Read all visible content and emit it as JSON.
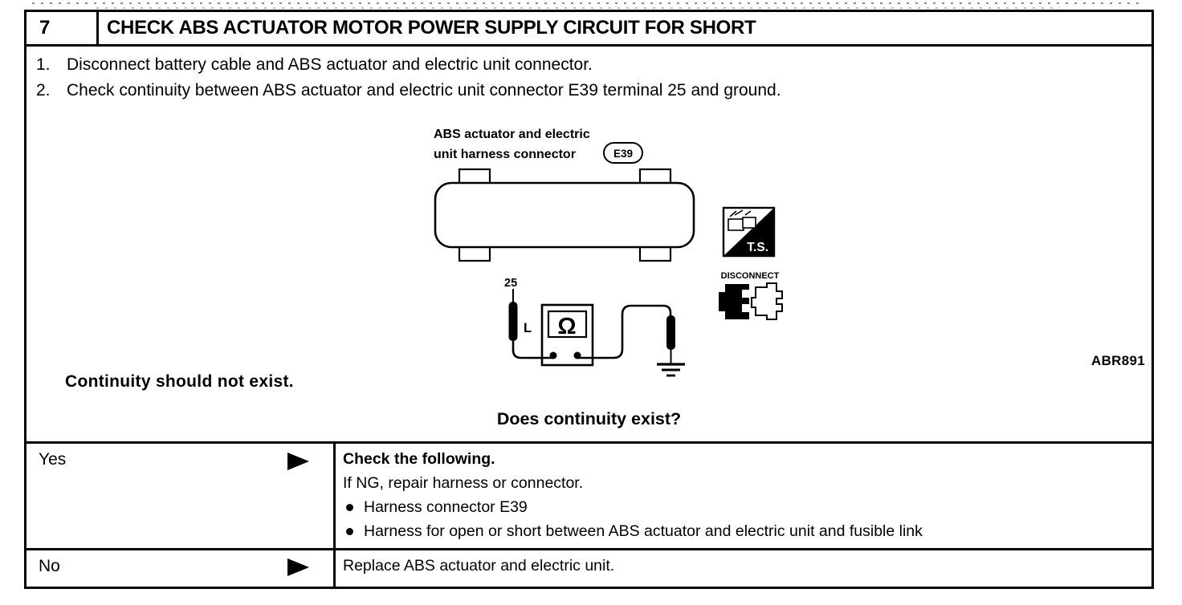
{
  "header": {
    "step_number": "7",
    "title": "CHECK ABS ACTUATOR MOTOR POWER SUPPLY CIRCUIT FOR SHORT"
  },
  "steps": [
    {
      "num": "1.",
      "text": "Disconnect battery cable and ABS actuator and electric unit connector."
    },
    {
      "num": "2.",
      "text": "Check continuity between ABS actuator and electric unit connector E39 terminal 25 and ground."
    }
  ],
  "figure": {
    "label_line1": "ABS actuator and electric",
    "label_line2": "unit harness connector",
    "connector_id": "E39",
    "terminal": "25",
    "probe_wire_label": "L",
    "meter_symbol": "Ω",
    "ts_label": "T.S.",
    "disconnect_label": "DISCONNECT",
    "code": "ABR891"
  },
  "result": {
    "note": "Continuity should not exist.",
    "question": "Does continuity exist?"
  },
  "decisions": {
    "yes": {
      "answer": "Yes",
      "heading": "Check the following.",
      "subtext": "If NG, repair harness or connector.",
      "bullets": [
        "Harness connector E39",
        "Harness for open or short between ABS actuator and electric unit and fusible link"
      ]
    },
    "no": {
      "answer": "No",
      "action": "Replace ABS actuator and electric unit."
    }
  },
  "colors": {
    "ink": "#000000",
    "paper": "#ffffff"
  }
}
